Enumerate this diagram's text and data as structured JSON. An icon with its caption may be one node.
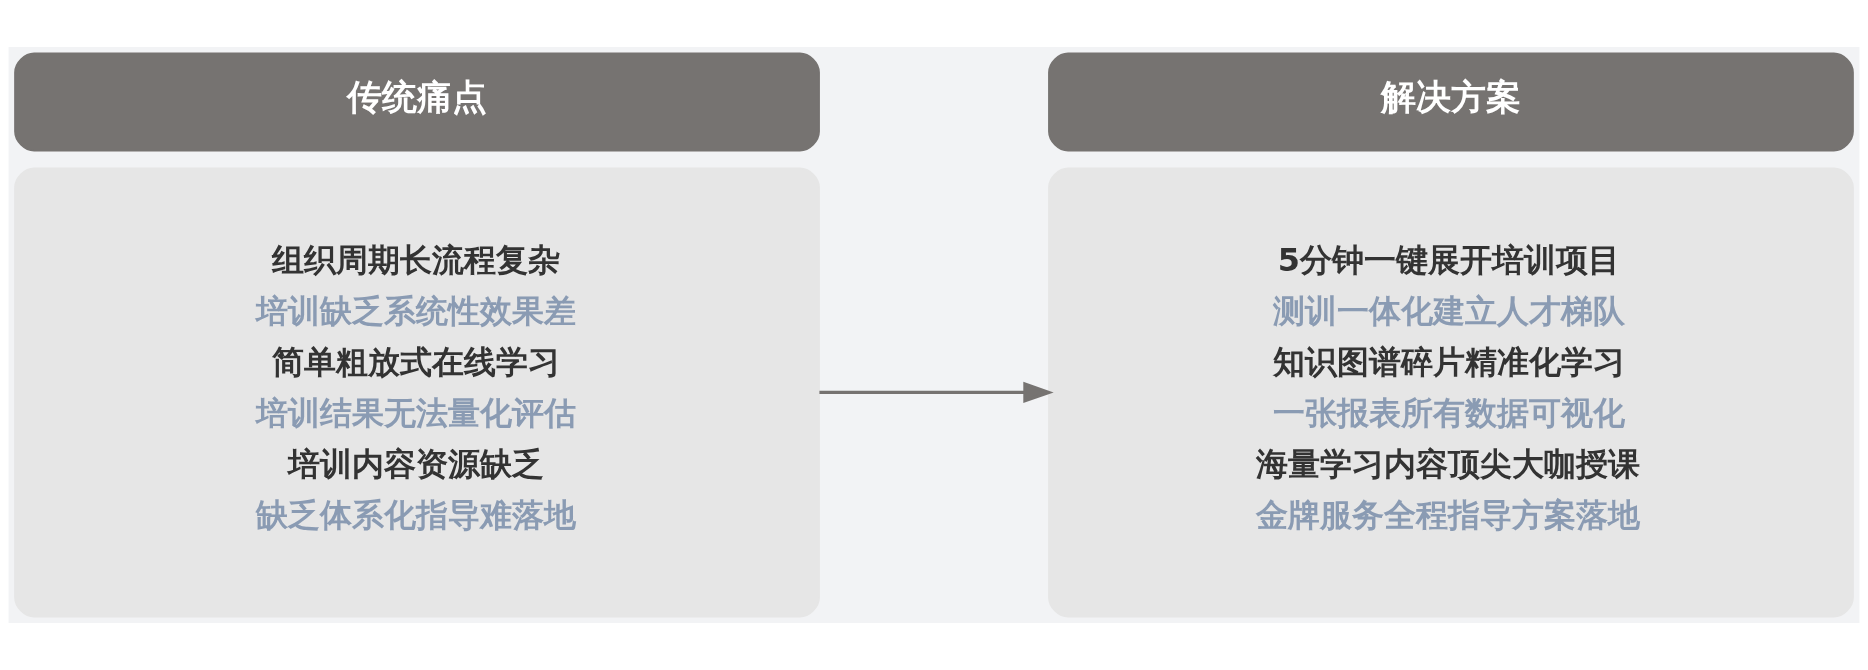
{
  "diagram": {
    "nodes": [
      {
        "text": [
          "传统痛点"
        ]
      },
      {
        "text": [
          "组织周期长流程复杂",
          "培训缺乏系统性效果差",
          "简单粗放式在线学习",
          "培训结果无法量化评估",
          "培训内容资源缺乏",
          "缺乏体系化指导难落地"
        ]
      },
      {
        "text": [
          "解决方案"
        ]
      },
      {
        "text": [
          "5分钟一键展开培训项目",
          "测训一体化建立人才梯队",
          "知识图谱碎片精准化学习",
          "一张报表所有数据可视化",
          "海量学习内容顶尖大咖授课",
          "金牌服务全程指导方案落地"
        ]
      }
    ],
    "edges": [
      {
        "from": 1,
        "to": 3,
        "arrow": "to"
      }
    ]
  }
}
